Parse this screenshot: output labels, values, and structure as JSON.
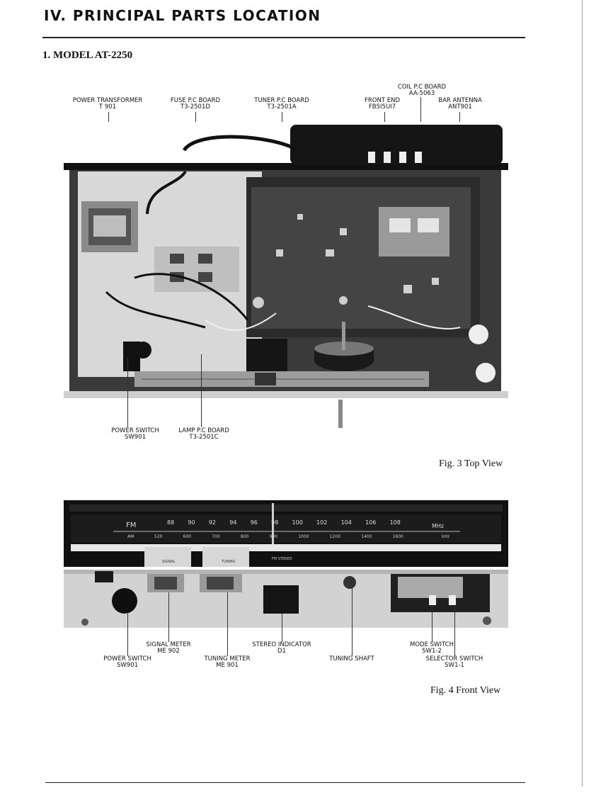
{
  "page": {
    "heading": "IV.  PRINCIPAL PARTS LOCATION",
    "section": "1. MODEL AT-2250"
  },
  "fig3": {
    "caption": "Fig. 3  Top View",
    "top_labels": [
      {
        "line1": "POWER TRANSFORMER",
        "line2": "T 901"
      },
      {
        "line1": "FUSE P.C BOARD",
        "line2": "T3-2501D"
      },
      {
        "line1": "TUNER P.C BOARD",
        "line2": "T3-2501A"
      },
      {
        "line1": "FRONT END",
        "line2": "FB5I5UI7"
      },
      {
        "line1": "COIL P.C BOARD",
        "line2": "AA-5063"
      },
      {
        "line1": "BAR ANTENNA",
        "line2": "ANT901"
      }
    ],
    "bottom_labels": [
      {
        "line1": "POWER SWITCH",
        "line2": "SW901"
      },
      {
        "line1": "LAMP P.C BOARD",
        "line2": "T3-2501C"
      }
    ]
  },
  "fig4": {
    "caption": "Fig. 4  Front View",
    "dial": {
      "band_fm": "FM",
      "fm_ticks": [
        "88",
        "90",
        "92",
        "94",
        "96",
        "98",
        "100",
        "102",
        "104",
        "106",
        "108"
      ],
      "unit_fm": "MHz",
      "band_am": "AM",
      "am_ticks": [
        "520",
        "600",
        "700",
        "800",
        "900",
        "1000",
        "1200",
        "1400",
        "1600"
      ],
      "unit_am": "kHz",
      "stereo_text": "FM STEREO",
      "meter1": "SIGNAL",
      "meter2": "TUNING"
    },
    "labels": [
      {
        "line1": "SIGNAL METER",
        "line2": "ME 902"
      },
      {
        "line1": "POWER SWITCH",
        "line2": "SW901"
      },
      {
        "line1": "TUNING METER",
        "line2": "ME 901"
      },
      {
        "line1": "STEREO INDICATOR",
        "line2": "D1"
      },
      {
        "line1": "TUNING SHAFT",
        "line2": ""
      },
      {
        "line1": "MODE SWITCH",
        "line2": "SW1-2"
      },
      {
        "line1": "SELECTOR SWITCH",
        "line2": "SW1-1"
      }
    ]
  }
}
